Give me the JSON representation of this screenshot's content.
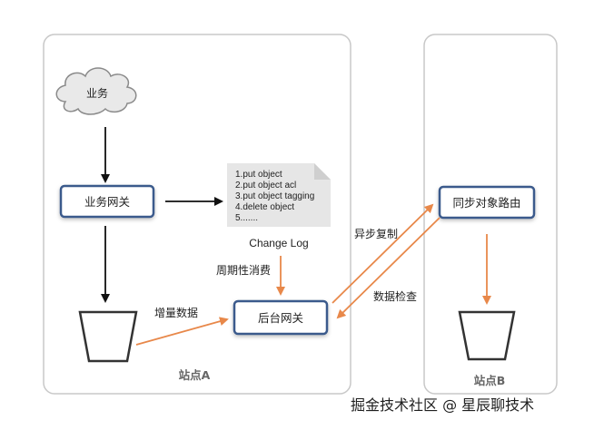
{
  "site_a": {
    "label": "站点A"
  },
  "site_b": {
    "label": "站点B"
  },
  "nodes": {
    "business": "业务",
    "gateway": "业务网关",
    "backend_gateway": "后台网关",
    "sync_router": "同步对象路由"
  },
  "change_log": {
    "title": "Change Log",
    "lines": [
      "1.put object",
      "2.put object acl",
      "3.put object tagging",
      "4.delete object",
      "5......."
    ]
  },
  "edges": {
    "incremental": "增量数据",
    "periodic": "周期性消费",
    "async_copy": "异步复制",
    "data_check": "数据检查"
  },
  "watermark": "掘金技术社区 @ 星辰聊技术",
  "colors": {
    "box_border": "#3a5a8c",
    "orange": "#e8884a",
    "black_arrow": "#111111",
    "site_border": "#c8c8c8"
  }
}
